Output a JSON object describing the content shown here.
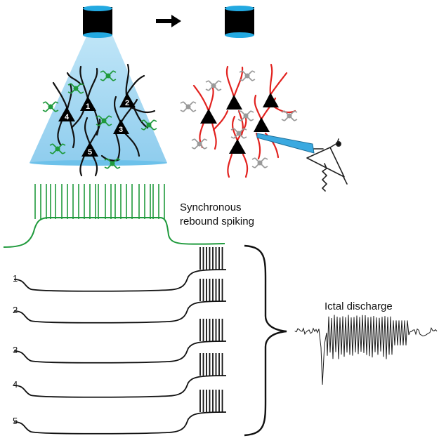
{
  "neuron_numbers": [
    "1",
    "2",
    "3",
    "4",
    "5"
  ],
  "trace_labels": [
    "1",
    "2",
    "3",
    "4",
    "5"
  ],
  "annotation_rebound_line1": "Synchronous",
  "annotation_rebound_line2": "rebound spiking",
  "annotation_ictal": "Ictal discharge",
  "colors": {
    "light_cone": "#a9d9f2",
    "objective_body": "#000000",
    "objective_lens": "#23a9e1",
    "pyramidal_dendrite_left": "#111111",
    "pyramidal_dendrite_right": "#e2221f",
    "interneuron_active": "#1f9a3c",
    "interneuron_inactive": "#9a9a9a",
    "green_trace": "#1f9a3c",
    "electrode": "#3aa9e0"
  },
  "icons": [
    "objective-icon",
    "arrow-right-icon",
    "electrode-icon",
    "amplifier-icon"
  ]
}
